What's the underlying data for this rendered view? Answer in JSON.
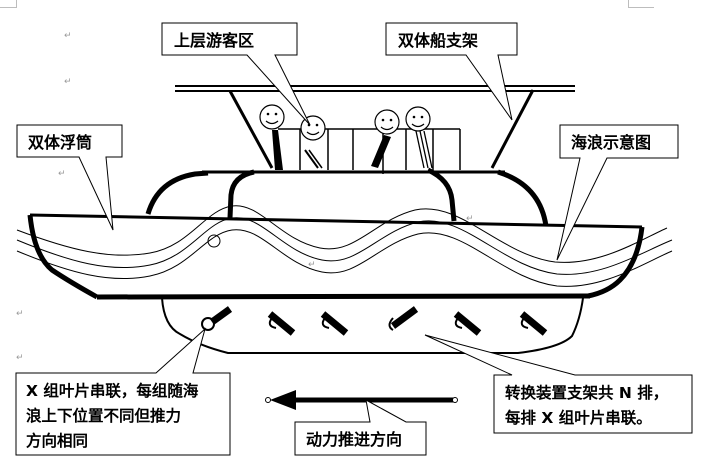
{
  "diagram": {
    "title": "双体船波浪推进示意图",
    "labels": {
      "upper_passenger_area": "上层游客区",
      "catamaran_support_frame": "双体船支架",
      "catamaran_pontoon": "双体浮筒",
      "wave_schematic": "海浪示意图",
      "blade_group_note_line1": "X 组叶片串联，每组随海",
      "blade_group_note_line2": "浪上下位置不同但推力",
      "blade_group_note_line3": "方向相同",
      "converter_note_line1": "转换装置支架共 N 排，",
      "converter_note_line2": "每排 X 组叶片串联。",
      "propulsion_direction": "动力推进方向"
    },
    "return_mark": "↵",
    "passenger_count": 4,
    "blade_count": 6,
    "arrow_direction": "left",
    "colors": {
      "ink": "#000000",
      "callout_border": "#000000",
      "background": "#ffffff",
      "return_mark": "#9a9a9a"
    }
  }
}
